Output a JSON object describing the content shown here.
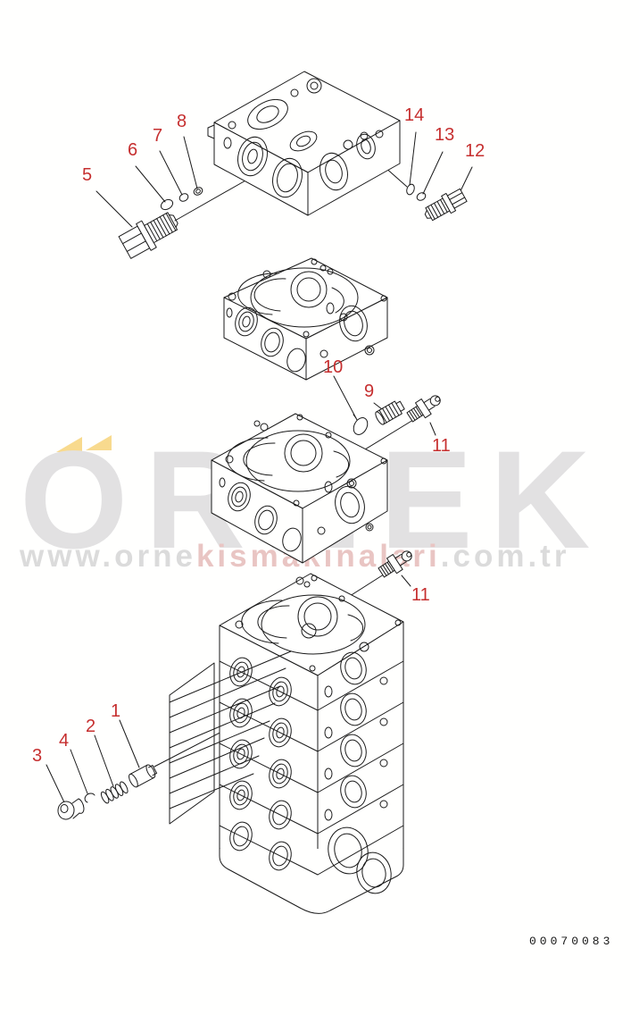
{
  "watermark": {
    "brand": "ÖRNEK",
    "brand_letters": "ORNEK",
    "url_part1": "www.orne",
    "url_part2": "kismakinalari",
    "url_part3": ".com.tr",
    "brand_color": "#e2e1e2",
    "url_gray_color": "#dbdbdb",
    "url_red_color": "#e9c5c3",
    "logo_yellow_color": "#f8da8e"
  },
  "drawing": {
    "number": "00070083",
    "line_color": "#1a1a1a",
    "callout_color": "#c62f2f",
    "background_color": "#fffffe"
  },
  "callouts": [
    {
      "label": "5"
    },
    {
      "label": "6"
    },
    {
      "label": "7"
    },
    {
      "label": "8"
    },
    {
      "label": "14"
    },
    {
      "label": "13"
    },
    {
      "label": "12"
    },
    {
      "label": "9"
    },
    {
      "label": "10"
    },
    {
      "label": "11"
    },
    {
      "label": "11"
    },
    {
      "label": "1"
    },
    {
      "label": "2"
    },
    {
      "label": "4"
    },
    {
      "label": "3"
    }
  ]
}
